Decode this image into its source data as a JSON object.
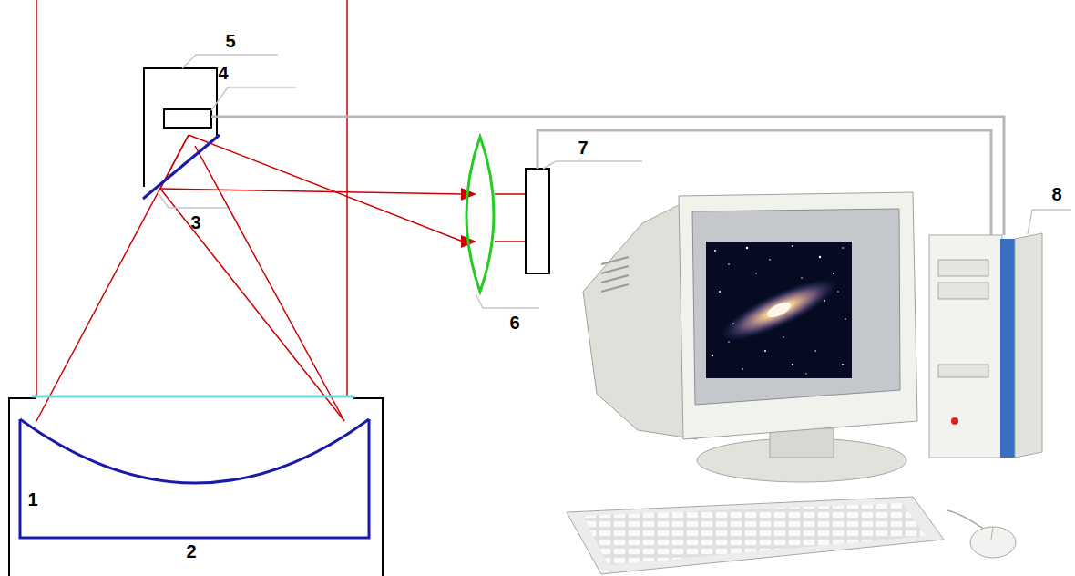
{
  "diagram": {
    "labels": [
      "5",
      "4",
      "7",
      "8",
      "3",
      "6",
      "1",
      "2"
    ]
  }
}
